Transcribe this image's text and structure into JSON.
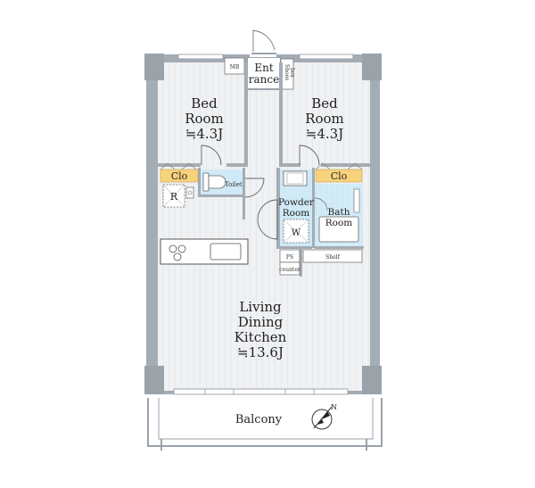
{
  "rooms": {
    "bed1": {
      "name_1": "Bed",
      "name_2": "Room",
      "size": "≒4.3J"
    },
    "bed2": {
      "name_1": "Bed",
      "name_2": "Room",
      "size": "≒4.3J"
    },
    "ldk": {
      "name_1": "Living",
      "name_2": "Dining",
      "name_3": "Kitchen",
      "size": "≒13.6J"
    },
    "entrance": {
      "name_1": "Ent",
      "name_2": "rance"
    },
    "powder": {
      "name_1": "Powder",
      "name_2": "Room"
    },
    "bath": {
      "name_1": "Bath",
      "name_2": "Room"
    },
    "balcony": {
      "name": "Balcony"
    }
  },
  "labels": {
    "toilet": "Toilet",
    "clo_left": "Clo",
    "clo_right": "Clo",
    "refrigerator": "R",
    "washer": "W",
    "mb": "MB",
    "shoes_box_1": "Shoes",
    "shoes_box_2": "box",
    "ps": "PS",
    "counter": "counter",
    "shelf": "Shelf"
  },
  "compass": {
    "north": "N"
  },
  "colors": {
    "wall": "#a4acb4",
    "floor_wood": "#eef0f2",
    "wet_area": "#cfe9f6",
    "closet": "#f9d27c",
    "line": "#555555"
  }
}
